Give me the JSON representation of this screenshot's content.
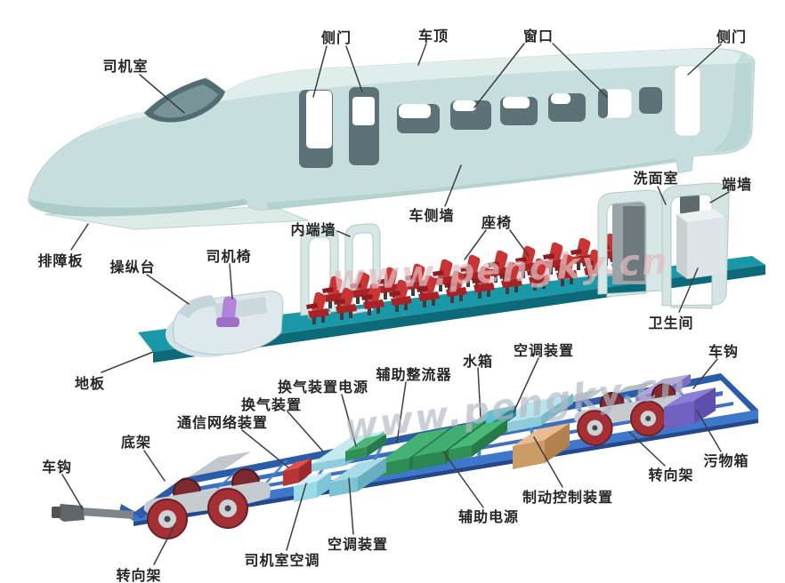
{
  "watermark": {
    "text": "www.pengky.cn"
  },
  "labels": {
    "driver_cab": "司机室",
    "side_door_left": "侧门",
    "roof": "车顶",
    "window_opening": "窗口",
    "side_door_right": "侧门",
    "car_side_wall": "车侧墙",
    "washroom": "洗面室",
    "end_wall": "端墙",
    "obstacle_deflector": "排障板",
    "control_console": "操纵台",
    "driver_seat": "司机椅",
    "inner_end_wall": "内端墙",
    "seats": "座椅",
    "toilet": "卫生间",
    "floor": "地板",
    "coupler_left": "车钩",
    "underframe": "底架",
    "communication_network_device": "通信网络装置",
    "ventilation_device": "换气装置",
    "ventilation_device_power": "换气装置电源",
    "auxiliary_rectifier": "辅助整流器",
    "water_tank": "水箱",
    "ac_unit_upper": "空调装置",
    "coupler_right": "车钩",
    "waste_tank": "污物箱",
    "bogie_right": "转向架",
    "brake_control_device": "制动控制装置",
    "auxiliary_power": "辅助电源",
    "ac_unit_lower": "空调装置",
    "cab_ac": "司机室空调",
    "bogie_left": "转向架"
  },
  "colors": {
    "body_shell": "#c6dedd",
    "opening_dark": "#5d7276",
    "floor_teal": "#1a98a8",
    "seat_red": "#c93434",
    "frame_blue": "#3e78cc",
    "wheel_red": "#a43036",
    "label_text": "#262626"
  }
}
